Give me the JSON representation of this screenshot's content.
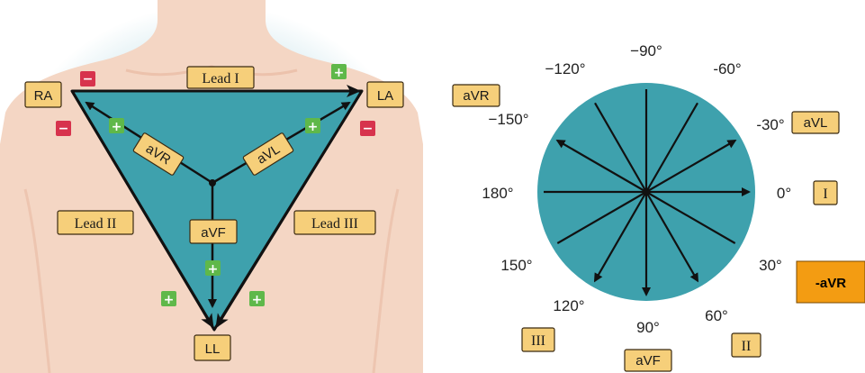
{
  "colors": {
    "background": "#ffffff",
    "skin": "#f4d6c4",
    "skin_shadow": "#e8b9a3",
    "glow": "#c7e3ea",
    "teal_fill": "#3ea1ad",
    "label_fill": "#f6cf7a",
    "highlight_fill": "#f39c12",
    "plus_green": "#5fb84a",
    "minus_red": "#d7334d",
    "arrow": "#111111"
  },
  "body_diagram": {
    "electrodes": {
      "ra": "RA",
      "la": "LA",
      "ll": "LL"
    },
    "leads": {
      "lead_i": "Lead I",
      "lead_ii": "Lead II",
      "lead_iii": "Lead III",
      "avr": "aVR",
      "avl": "aVL",
      "avf": "aVF"
    },
    "signs": {
      "plus": "+",
      "minus": "−"
    }
  },
  "hexaxial": {
    "angle_labels": {
      "neg90": "−90°",
      "neg120": "−120°",
      "neg60": "-60°",
      "neg150": "−150°",
      "neg30": "-30°",
      "deg180": "180°",
      "deg0": "0°",
      "deg150": "150°",
      "deg30": "30°",
      "deg120": "120°",
      "deg90": "90°",
      "deg60": "60°"
    },
    "lead_labels": {
      "avr": "aVR",
      "avl": "aVL",
      "i": "I",
      "ii": "II",
      "iii": "III",
      "avf": "aVF"
    },
    "highlight_label": "-aVR"
  }
}
